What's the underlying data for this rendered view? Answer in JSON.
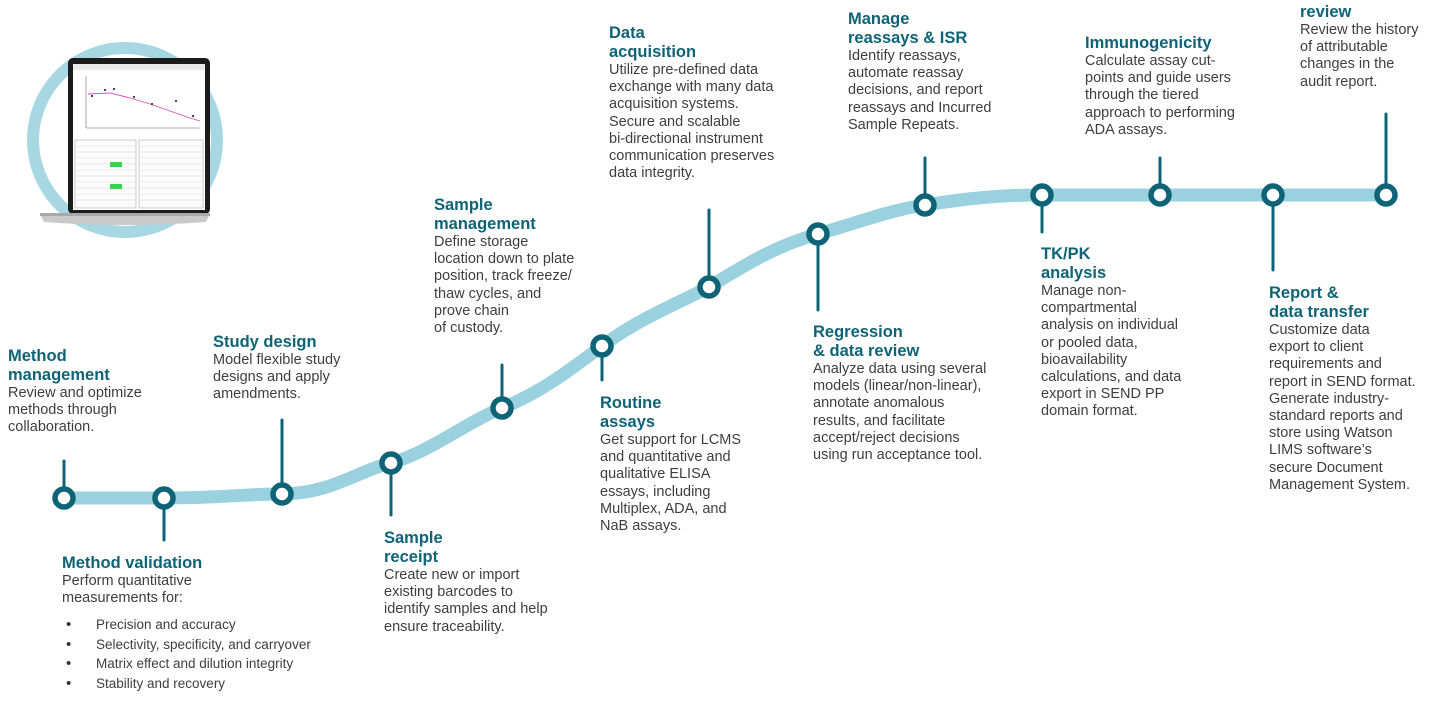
{
  "colors": {
    "title": "#0e6377",
    "path": "#99d1de",
    "node": "#0e6377",
    "text": "#3e3e3e"
  },
  "laptop": {
    "icon": "laptop-with-chart-screenshot-icon"
  },
  "steps": {
    "method_management": {
      "title": "Method\nmanagement",
      "desc": "Review and optimize\nmethods through\ncollaboration."
    },
    "method_validation": {
      "title": "Method validation",
      "desc": "Perform quantitative\nmeasurements for:",
      "bullets": [
        "Precision and accuracy",
        "Selectivity, specificity, and carryover",
        "Matrix effect and dilution integrity",
        "Stability and recovery"
      ]
    },
    "study_design": {
      "title": "Study design",
      "desc": "Model flexible study\ndesigns and apply\namendments."
    },
    "sample_receipt": {
      "title": "Sample\nreceipt",
      "desc": "Create new or import\nexisting barcodes to\nidentify samples and help\nensure traceability."
    },
    "sample_management": {
      "title": "Sample\nmanagement",
      "desc": "Define storage\nlocation down to plate\nposition, track freeze/\nthaw cycles, and\nprove chain\nof custody."
    },
    "routine_assays": {
      "title": "Routine\nassays",
      "desc": "Get support for LCMS\nand quantitative and\nqualitative ELISA\nessays, including\nMultiplex, ADA, and\nNaB assays."
    },
    "data_acquisition": {
      "title": "Data\nacquisition",
      "desc": "Utilize pre-defined data\nexchange with many data\nacquisition systems.\nSecure and scalable\nbi-directional instrument\ncommunication preserves\ndata integrity."
    },
    "regression": {
      "title": "Regression\n& data review",
      "desc": "Analyze data using several\nmodels (linear/non-linear),\nannotate anomalous\nresults, and facilitate\naccept/reject decisions\nusing run acceptance tool."
    },
    "reassays": {
      "title": "Manage\nreassays & ISR",
      "desc": "Identify reassays,\nautomate reassay\ndecisions, and report\nreassays and Incurred\nSample Repeats."
    },
    "tkpk": {
      "title": "TK/PK\nanalysis",
      "desc": "Manage non-\ncompartmental\nanalysis on individual\nor pooled data,\nbioavailability\ncalculations, and data\nexport in SEND PP\ndomain format."
    },
    "immunogenicity": {
      "title": "Immunogenicity",
      "desc": "Calculate assay cut-\npoints and guide users\nthrough the tiered\napproach to performing\nADA assays."
    },
    "report": {
      "title": "Report &\ndata transfer",
      "desc": "Customize data\nexport to client\nrequirements and\nreport in SEND format.\nGenerate industry-\nstandard reports and\nstore using Watson\nLIMS software’s\nsecure Document\nManagement System."
    },
    "audit": {
      "title": "review",
      "desc": "Review the history\nof attributable\nchanges in the\naudit report."
    }
  }
}
